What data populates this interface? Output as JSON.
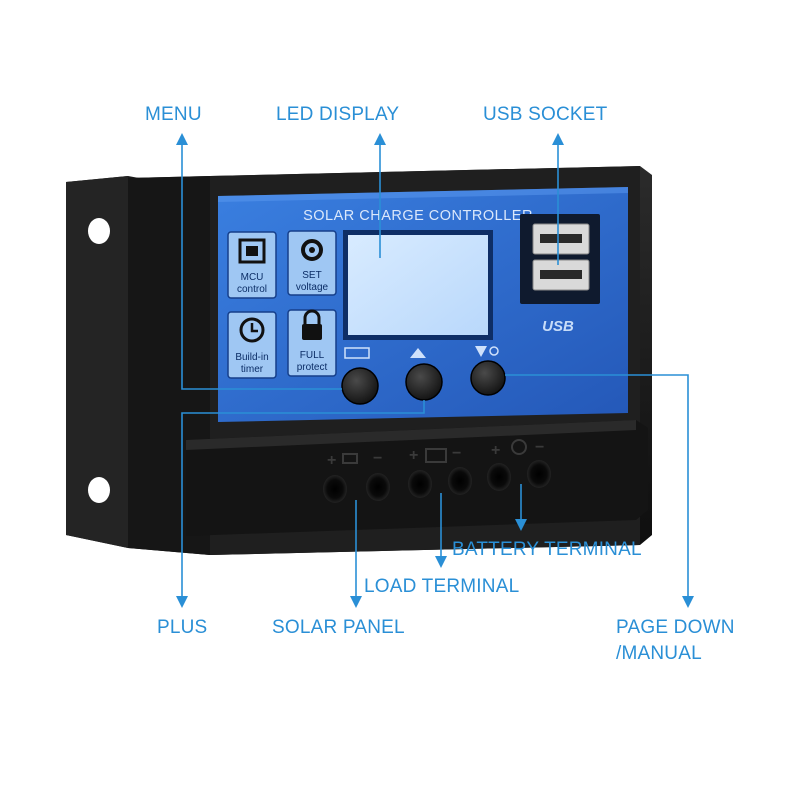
{
  "callouts": {
    "menu": "MENU",
    "led_display": "LED DISPLAY",
    "usb_socket": "USB SOCKET",
    "battery_terminal": "BATTERY TERMINAL",
    "load_terminal": "LOAD TERMINAL",
    "plus": "PLUS",
    "solar_panel": "SOLAR PANEL",
    "page_down_line1": "PAGE DOWN",
    "page_down_line2": "/MANUAL"
  },
  "device": {
    "panel_title": "SOLAR CHARGE CONTROLLER",
    "usb_logo": "USB",
    "features": {
      "mcu_line1": "MCU",
      "mcu_line2": "control",
      "set_line1": "SET",
      "set_line2": "voltage",
      "timer_line1": "Build-in",
      "timer_line2": "timer",
      "protect_line1": "FULL",
      "protect_line2": "protect"
    }
  },
  "colors": {
    "callout": "#2a8fd6",
    "panel_blue": "#2f6fd0",
    "case": "#1b1b1b"
  }
}
